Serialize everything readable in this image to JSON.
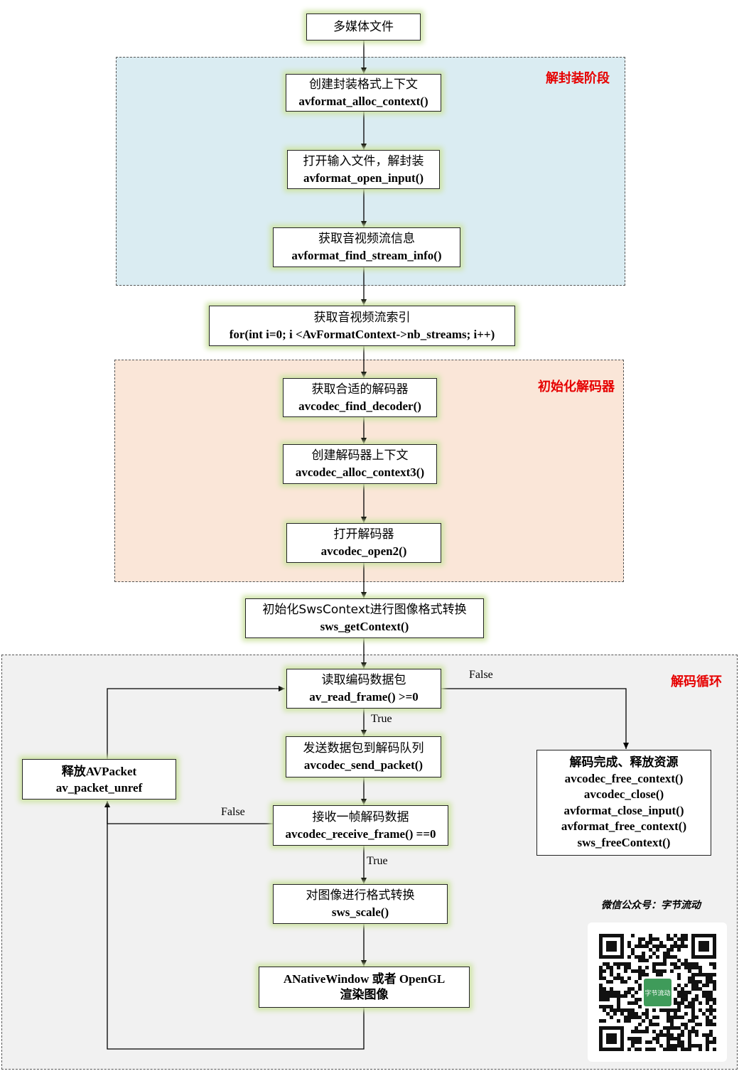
{
  "regions": {
    "demux": "解封装阶段",
    "decoder_init": "初始化解码器",
    "decode_loop": "解码循环"
  },
  "nodes": {
    "media_file": {
      "text": "多媒体文件"
    },
    "alloc_ctx": {
      "text": "创建封装格式上下文",
      "code": "avformat_alloc_context()"
    },
    "open_input": {
      "text": "打开输入文件，解封装",
      "code": "avformat_open_input()"
    },
    "stream_info": {
      "text": "获取音视频流信息",
      "code": "avformat_find_stream_info()"
    },
    "stream_index": {
      "text": "获取音视频流索引",
      "code": "for(int i=0; i <AvFormatContext->nb_streams; i++)"
    },
    "find_decoder": {
      "text": "获取合适的解码器",
      "code": "avcodec_find_decoder()"
    },
    "codec_ctx": {
      "text": "创建解码器上下文",
      "code": "avcodec_alloc_context3()"
    },
    "open_codec": {
      "text": "打开解码器",
      "code": "avcodec_open2()"
    },
    "sws_ctx": {
      "text": "初始化SwsContext进行图像格式转换",
      "code": "sws_getContext()"
    },
    "read_frame": {
      "text": "读取编码数据包",
      "code": "av_read_frame() >=0"
    },
    "send_packet": {
      "text": "发送数据包到解码队列",
      "code": "avcodec_send_packet()"
    },
    "receive_frame": {
      "text": "接收一帧解码数据",
      "code": "avcodec_receive_frame() ==0"
    },
    "sws_scale": {
      "text": "对图像进行格式转换",
      "code": "sws_scale()"
    },
    "render": {
      "text": "ANativeWindow 或者 OpenGL",
      "code": "渲染图像"
    },
    "release_packet": {
      "text": "释放AVPacket",
      "code": "av_packet_unref"
    },
    "cleanup": {
      "text": "解码完成、释放资源",
      "lines": [
        "avcodec_free_context()",
        "avcodec_close()",
        "avformat_close_input()",
        "avformat_free_context()",
        "sws_freeContext()"
      ]
    }
  },
  "edge_labels": {
    "read_false": "False",
    "read_true": "True",
    "receive_false": "False",
    "receive_true": "True"
  },
  "wechat": {
    "caption": "微信公众号：字节流动",
    "qr_center_text": "字节流动"
  },
  "colors": {
    "demux_bg": "#daecf2",
    "decoder_bg": "#fae6d8",
    "loop_bg": "#f1f1f1",
    "node_glow": "#cfe4a6",
    "region_label": "#e60000"
  }
}
